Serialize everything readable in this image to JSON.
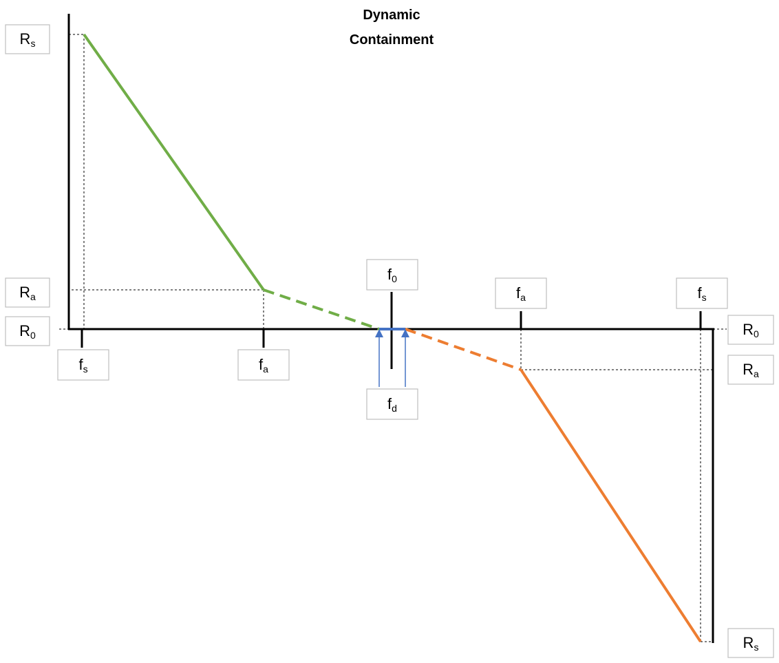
{
  "title_line1": "Dynamic",
  "title_line2": "Containment",
  "labels": {
    "rs_left": {
      "base": "R",
      "sub": "s"
    },
    "ra_left": {
      "base": "R",
      "sub": "a"
    },
    "r0_left": {
      "base": "R",
      "sub": "0"
    },
    "fs_left": {
      "base": "f",
      "sub": "s"
    },
    "fa_left": {
      "base": "f",
      "sub": "a"
    },
    "f0": {
      "base": "f",
      "sub": "0"
    },
    "fd": {
      "base": "f",
      "sub": "d"
    },
    "fa_right": {
      "base": "f",
      "sub": "a"
    },
    "fs_right": {
      "base": "f",
      "sub": "s"
    },
    "r0_right": {
      "base": "R",
      "sub": "0"
    },
    "ra_right": {
      "base": "R",
      "sub": "a"
    },
    "rs_right": {
      "base": "R",
      "sub": "s"
    }
  },
  "colors": {
    "low_frequency_response": "#70ad47",
    "high_frequency_response": "#ed7d31",
    "deadband": "#4472c4",
    "axis": "#000000",
    "label_border": "#bfbfbf"
  }
}
